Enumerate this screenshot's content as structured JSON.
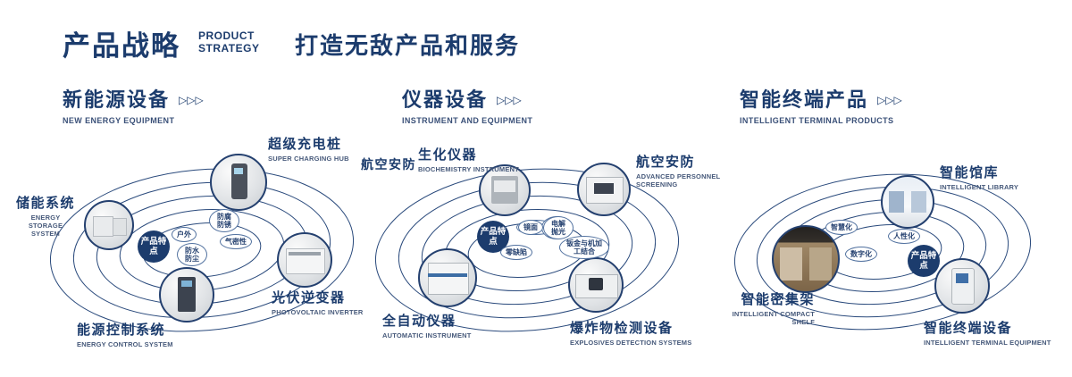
{
  "icons": {
    "section_arrows": "▷▷▷"
  },
  "colors": {
    "navy": "#1c3c6d",
    "badge_bg": "#1c3c6d",
    "orbit_stroke": "#2a4a7c"
  },
  "header": {
    "title": "产品战略",
    "subtitle_line1": "PRODUCT",
    "subtitle_line2": "STRATEGY",
    "tagline": "打造无敌产品和服务"
  },
  "sections": [
    {
      "title": "新能源设备",
      "subtitle": "NEW ENERGY EQUIPMENT",
      "badge": "产品特点",
      "orbit_labels": [
        "防腐防锈",
        "户外",
        "气密性",
        "防水防尘"
      ],
      "products": [
        {
          "name": "超级充电桩",
          "en": "SUPER CHARGING HUB",
          "icon": "charging-hub-photo"
        },
        {
          "name": "储能系统",
          "en": "ENERGY STORAGE SYSTEM",
          "icon": "energy-storage-photo"
        },
        {
          "name": "光伏逆变器",
          "en": "PHOTOVOLTAIC INVERTER",
          "icon": "photovoltaic-inverter-photo"
        },
        {
          "name": "能源控制系统",
          "en": "ENERGY CONTROL SYSTEM",
          "icon": "energy-control-photo"
        }
      ]
    },
    {
      "title": "仪器设备",
      "subtitle": "INSTRUMENT AND EQUIPMENT",
      "badge": "产品特点",
      "side_label": "航空安防",
      "orbit_labels": [
        "镜面",
        "电解抛光",
        "零缺陷",
        "钣金与机加工结合"
      ],
      "products": [
        {
          "name": "生化仪器",
          "en": "BIOCHEMISTRY INSTRUMENT",
          "icon": "biochemistry-instrument-photo"
        },
        {
          "name": "航空安防",
          "en": "ADVANCED PERSONNEL SCREENING",
          "icon": "personnel-screening-photo"
        },
        {
          "name": "全自动仪器",
          "en": "AUTOMATIC INSTRUMENT",
          "icon": "automatic-instrument-photo"
        },
        {
          "name": "爆炸物检测设备",
          "en": "EXPLOSIVES DETECTION SYSTEMS",
          "icon": "explosives-detection-photo"
        }
      ]
    },
    {
      "title": "智能终端产品",
      "subtitle": "INTELLIGENT TERMINAL PRODUCTS",
      "badge": "产品特点",
      "orbit_labels": [
        "智慧化",
        "人性化",
        "数字化"
      ],
      "products": [
        {
          "name": "智能馆库",
          "en": "INTELLIGENT LIBRARY",
          "icon": "intelligent-library-photo"
        },
        {
          "name": "智能密集架",
          "en": "INTELLIGENT COMPACT SHELF",
          "icon": "compact-shelf-photo"
        },
        {
          "name": "智能终端设备",
          "en": "INTELLIGENT TERMINAL EQUIPMENT",
          "icon": "terminal-equipment-photo"
        }
      ]
    }
  ]
}
